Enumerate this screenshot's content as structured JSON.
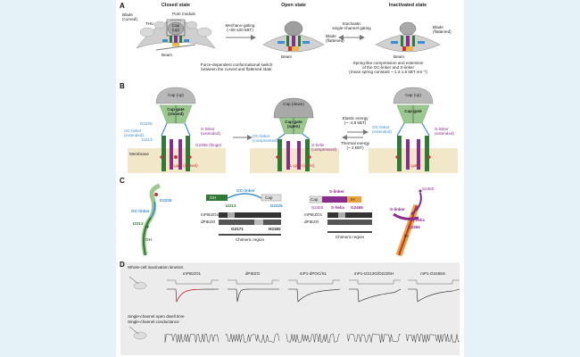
{
  "panel_labels": {
    "a": "A",
    "b": "B",
    "c": "C",
    "d": "D"
  },
  "panelA": {
    "closed_state": "Closed state",
    "open_state": "Open state",
    "inactivated_state": "Inactivated state",
    "blade_curved": "Blade\n(curved)",
    "thu": "THU",
    "pore_module": "Pore module",
    "cap_up": "Cap\n(up)",
    "beam": "Beam",
    "mechano_gating": "Mechano-gating\n(~50-100 kBT)",
    "stochastic": "Stochastic\nsingle-channel gating",
    "blade_flattened_open": "Blade\n(flattened)",
    "blade_flattened_inact": "Blade\n(flattened)",
    "force_switch": "Force-dependent conformational switch\nbetween the curved and flattened state",
    "spring_text": "Spring-like compression and extension\nof the OC-linker and S-linker\n(mean spring constant ~ 1.4-1.6 kBT nm⁻²)"
  },
  "panelB": {
    "cap_up_closed": "Cap (up)",
    "cap_gate_closed": "Cap gate\n(closed)",
    "d2225": "D2225",
    "oc_linker_extended": "OC-linker\n(extended)",
    "i2213": "I2213",
    "s_linker_extended": "S-linker\n(extended)",
    "g2465_hinge": "G2465 (hinge)",
    "membrane": "Membrane",
    "l_gate_closed": "L-gate (closed)",
    "cap_down": "Cap (down)",
    "cap_gate_open": "Cap gate\n(open)",
    "oc_linker_compressed": "OC-linker\n(compressed)",
    "s_helix_compressed": "S-helix\n(compressed)",
    "l_gate_open": "L-gate (open)",
    "elastic": "Elastic energy\n(~ -4.8 kBT)",
    "thermal": "Thermal energy\n(~ 3 kBT)",
    "cap_up_inact": "Cap (up)",
    "cap_gate_inact": "Cap gate",
    "oc_linker_extended2": "OC-linker\n(extended)",
    "s_linker_extended2": "S-linker\n(extended)",
    "l_gate_inact": "L-gate"
  },
  "panelC": {
    "d2228": "D2228",
    "oc_linker_left": "OC-linker",
    "i2213_left": "I2213",
    "oh_left": "OH",
    "oh_box": "OH",
    "oc_linker_mid": "OC-linker",
    "cap_box": "Cap",
    "i2213_mid": "I2213",
    "d2225_mid": "D2225",
    "mpiezo1": "mPIEZO1",
    "dpiezo": "dPIEZO",
    "g2171": "G2171",
    "h2182": "H2182",
    "chimeric1": "Chimeric region",
    "cap_box2": "Cap",
    "s_linker_mid": "S-linker",
    "s2450": "S2450",
    "s_helix_mid": "S-helix",
    "g2465_mid": "G2465",
    "ih_box": "IH",
    "mpiezo1_2": "mPIEZO1",
    "dpiezo_2": "dPIEZO",
    "chimeric2": "Chimeric region",
    "s2450_right": "S2450",
    "s_linker_right": "S-linker",
    "s_helix_right": "S-helix",
    "g2465_right": "G2465",
    "ih_right": "IH"
  },
  "panelD": {
    "whole_cell": "Whole-cell inactivation kinetics",
    "conditions": [
      "mPIEZO1",
      "dPIEZO",
      "mP1-dPOC/SL",
      "mP1-I2213G/D2225H",
      "mP1-G2465S"
    ],
    "single_channel_1": "Single-channel open dwell time",
    "single_channel_2": "Single-channel conductance"
  },
  "colors": {
    "background": "#e5f2f8",
    "oc_linker": "#3a8fd1",
    "s_linker": "#8a2b8e",
    "pore_green": "#2f7a34",
    "fit_red": "#e2302a",
    "cap_gray": "#b8b8b8",
    "membrane": "#f3e7c9"
  }
}
